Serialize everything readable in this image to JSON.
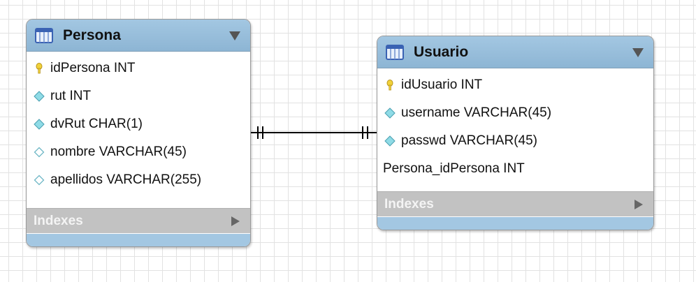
{
  "tables": [
    {
      "title": "Persona",
      "columns": [
        {
          "label": "idPersona INT",
          "icon": "primary-key-icon"
        },
        {
          "label": "rut INT",
          "icon": "filled-diamond-icon"
        },
        {
          "label": "dvRut CHAR(1)",
          "icon": "filled-diamond-icon"
        },
        {
          "label": "nombre VARCHAR(45)",
          "icon": "hollow-diamond-icon"
        },
        {
          "label": "apellidos VARCHAR(255)",
          "icon": "hollow-diamond-icon"
        }
      ],
      "indexes_label": "Indexes"
    },
    {
      "title": "Usuario",
      "columns": [
        {
          "label": "idUsuario INT",
          "icon": "primary-key-icon"
        },
        {
          "label": "username VARCHAR(45)",
          "icon": "filled-diamond-icon"
        },
        {
          "label": "passwd VARCHAR(45)",
          "icon": "filled-diamond-icon"
        },
        {
          "label": "Persona_idPersona INT",
          "icon": "none"
        }
      ],
      "indexes_label": "Indexes"
    }
  ],
  "relationship": {
    "type": "one-to-one",
    "from": "Persona",
    "to": "Usuario",
    "notation": "crow's foot"
  },
  "colors": {
    "header": "#a3c7e2",
    "indexes_bar": "#c2c2c2",
    "grid_line": "#e2e2e2",
    "table_icon": "#3a62b3",
    "diamond": "#8fdbe6",
    "key": "#f1d23a"
  }
}
